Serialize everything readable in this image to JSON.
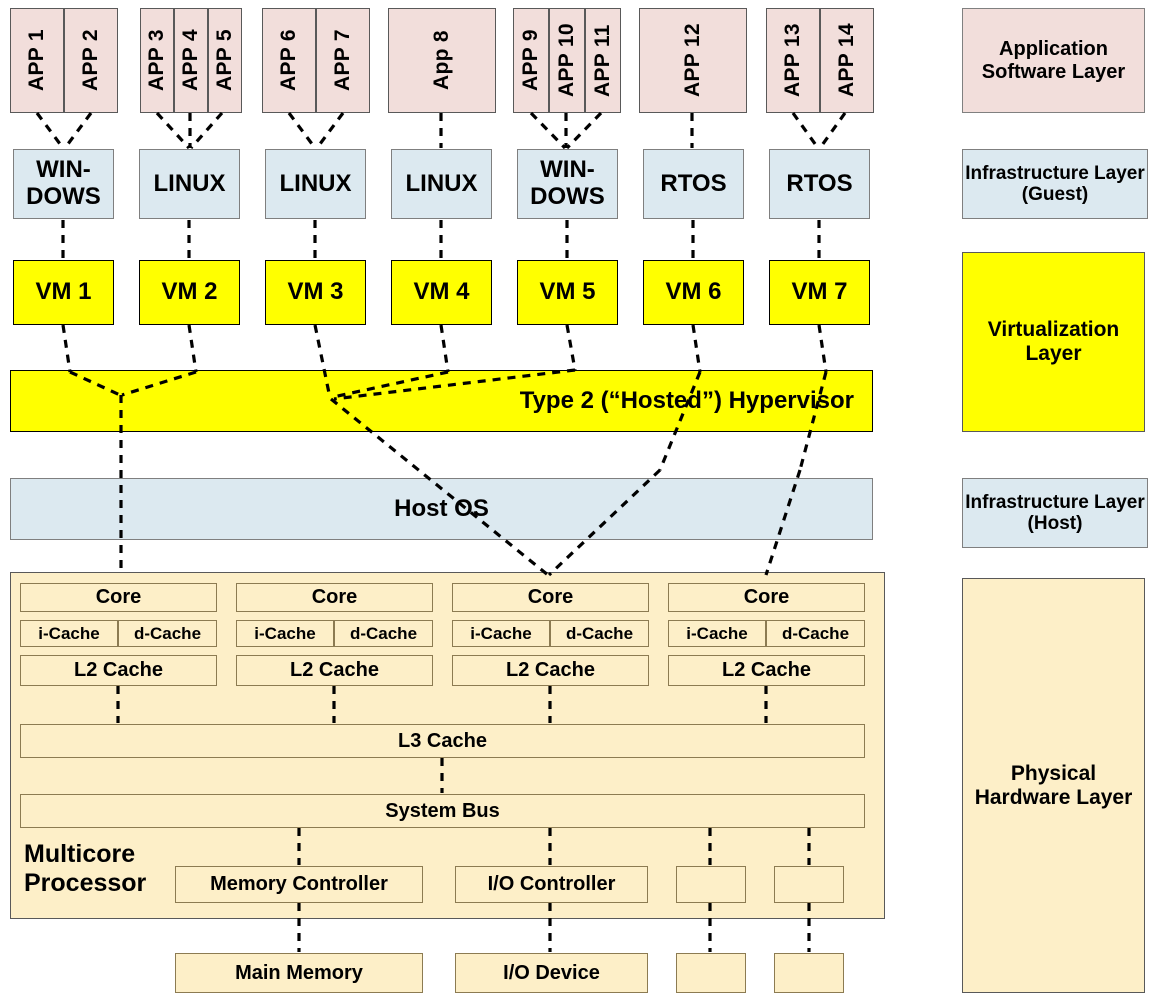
{
  "diagram": {
    "title": "Type 2 (Hosted) Hypervisor Virtualization Stack on a Multicore Processor",
    "colors": {
      "application_layer": "#F2DEDB",
      "infrastructure_layer": "#DCE9F0",
      "virtualization_layer": "#FFFF00",
      "hardware_layer": "#FDEFC8",
      "connector": "#000000"
    }
  },
  "app_groups": [
    {
      "apps": [
        "APP 1",
        "APP 2"
      ]
    },
    {
      "apps": [
        "APP 3",
        "APP 4",
        "APP 5"
      ]
    },
    {
      "apps": [
        "APP 6",
        "APP 7"
      ]
    },
    {
      "apps": [
        "App 8"
      ]
    },
    {
      "apps": [
        "APP 9",
        "APP 10",
        "APP 11"
      ]
    },
    {
      "apps": [
        "APP 12"
      ]
    },
    {
      "apps": [
        "APP 13",
        "APP 14"
      ]
    }
  ],
  "guest_os": [
    {
      "label": "WIN-DOWS"
    },
    {
      "label": "LINUX"
    },
    {
      "label": "LINUX"
    },
    {
      "label": "LINUX"
    },
    {
      "label": "WIN-DOWS"
    },
    {
      "label": "RTOS"
    },
    {
      "label": "RTOS"
    }
  ],
  "vms": [
    {
      "label": "VM 1"
    },
    {
      "label": "VM 2"
    },
    {
      "label": "VM 3"
    },
    {
      "label": "VM 4"
    },
    {
      "label": "VM 5"
    },
    {
      "label": "VM 6"
    },
    {
      "label": "VM 7"
    }
  ],
  "hypervisor": {
    "label": "Type 2 (“Hosted”) Hypervisor"
  },
  "host_os": {
    "label": "Host OS"
  },
  "processor": {
    "label": "Multicore\nProcessor",
    "label_line1": "Multicore",
    "label_line2": "Processor",
    "cores": [
      {
        "core": "Core",
        "i_cache": "i-Cache",
        "d_cache": "d-Cache",
        "l2": "L2 Cache"
      },
      {
        "core": "Core",
        "i_cache": "i-Cache",
        "d_cache": "d-Cache",
        "l2": "L2 Cache"
      },
      {
        "core": "Core",
        "i_cache": "i-Cache",
        "d_cache": "d-Cache",
        "l2": "L2 Cache"
      },
      {
        "core": "Core",
        "i_cache": "i-Cache",
        "d_cache": "d-Cache",
        "l2": "L2 Cache"
      }
    ],
    "l3_cache": "L3 Cache",
    "system_bus": "System Bus",
    "controllers": [
      {
        "label": "Memory Controller"
      },
      {
        "label": "I/O Controller"
      },
      {
        "label": ""
      },
      {
        "label": ""
      }
    ]
  },
  "devices": [
    {
      "label": "Main Memory"
    },
    {
      "label": "I/O Device"
    },
    {
      "label": ""
    },
    {
      "label": ""
    }
  ],
  "legend": [
    {
      "label": "Application Software Layer"
    },
    {
      "label": "Infrastructure Layer (Guest)"
    },
    {
      "label": "Virtualization Layer"
    },
    {
      "label": "Infrastructure Layer (Host)"
    },
    {
      "label": "Physical Hardware Layer"
    }
  ]
}
